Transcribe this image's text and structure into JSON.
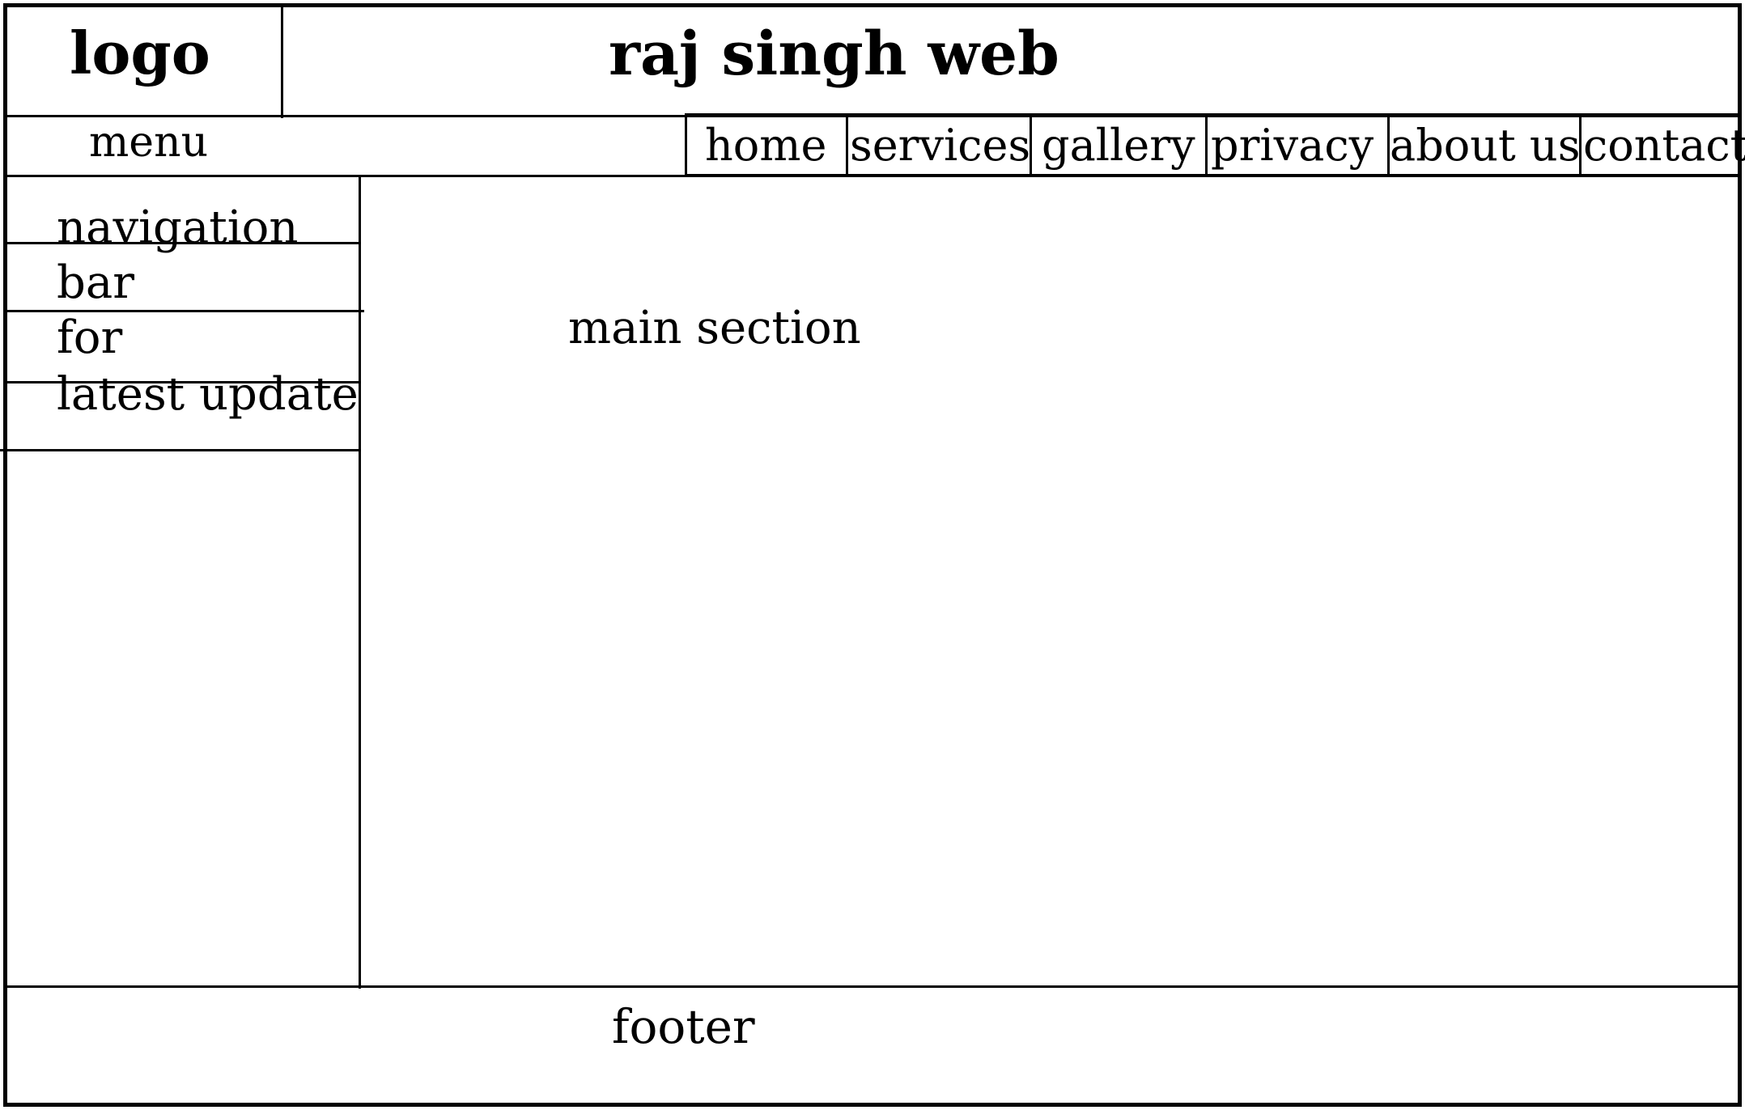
{
  "header": {
    "logo": "logo",
    "site_title": "raj singh web"
  },
  "menu_bar": {
    "label": "menu",
    "items": [
      "home",
      "services",
      "gallery",
      "privacy",
      "about us",
      "contact"
    ]
  },
  "sidebar": {
    "lines": [
      "navigation",
      "bar",
      "for",
      "latest update"
    ]
  },
  "main": {
    "label": "main section"
  },
  "footer": {
    "label": "footer"
  }
}
